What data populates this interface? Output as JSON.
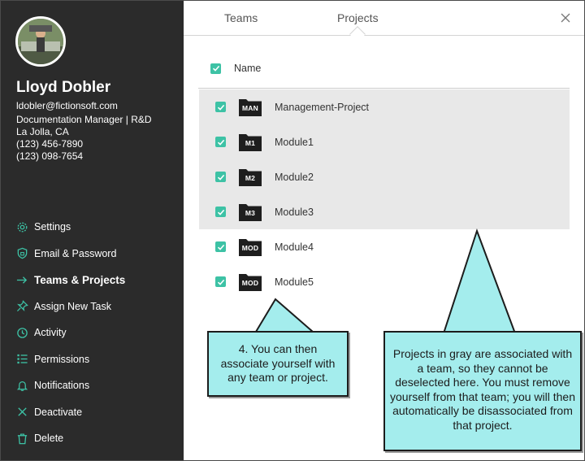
{
  "user": {
    "name": "Lloyd Dobler",
    "email": "ldobler@fictionsoft.com",
    "title": "Documentation Manager | R&D",
    "location": "La Jolla, CA",
    "phone1": "(123) 456-7890",
    "phone2": "(123) 098-7654"
  },
  "nav": {
    "items": [
      {
        "label": "Settings",
        "icon": "gear-icon"
      },
      {
        "label": "Email & Password",
        "icon": "shield-icon"
      },
      {
        "label": "Teams & Projects",
        "icon": "arrow-right-icon",
        "active": true
      },
      {
        "label": "Assign New Task",
        "icon": "pin-icon"
      },
      {
        "label": "Activity",
        "icon": "clock-icon"
      },
      {
        "label": "Permissions",
        "icon": "list-icon"
      },
      {
        "label": "Notifications",
        "icon": "bell-icon"
      },
      {
        "label": "Deactivate",
        "icon": "x-icon"
      },
      {
        "label": "Delete",
        "icon": "trash-icon"
      }
    ]
  },
  "tabs": [
    {
      "label": "Teams",
      "active": false
    },
    {
      "label": "Projects",
      "active": true
    }
  ],
  "table": {
    "column_name": "Name",
    "rows": [
      {
        "code": "MAN",
        "name": "Management-Project",
        "checked": true,
        "team_associated": true
      },
      {
        "code": "M1",
        "name": "Module1",
        "checked": true,
        "team_associated": true
      },
      {
        "code": "M2",
        "name": "Module2",
        "checked": true,
        "team_associated": true
      },
      {
        "code": "M3",
        "name": "Module3",
        "checked": true,
        "team_associated": true
      },
      {
        "code": "MOD",
        "name": "Module4",
        "checked": true,
        "team_associated": false
      },
      {
        "code": "MOD",
        "name": "Module5",
        "checked": true,
        "team_associated": false
      }
    ]
  },
  "callouts": {
    "left": "4. You can then associate yourself with any team or project.",
    "right": "Projects in gray are associated with a team, so they cannot be deselected here. You must remove yourself from that team; you will then automatically be disassociated from that project."
  },
  "colors": {
    "sidebar_bg": "#2b2b2b",
    "accent_teal": "#3dc2a5",
    "callout_bg": "#a4eded",
    "gray_rows_bg": "#e8e8e8"
  }
}
